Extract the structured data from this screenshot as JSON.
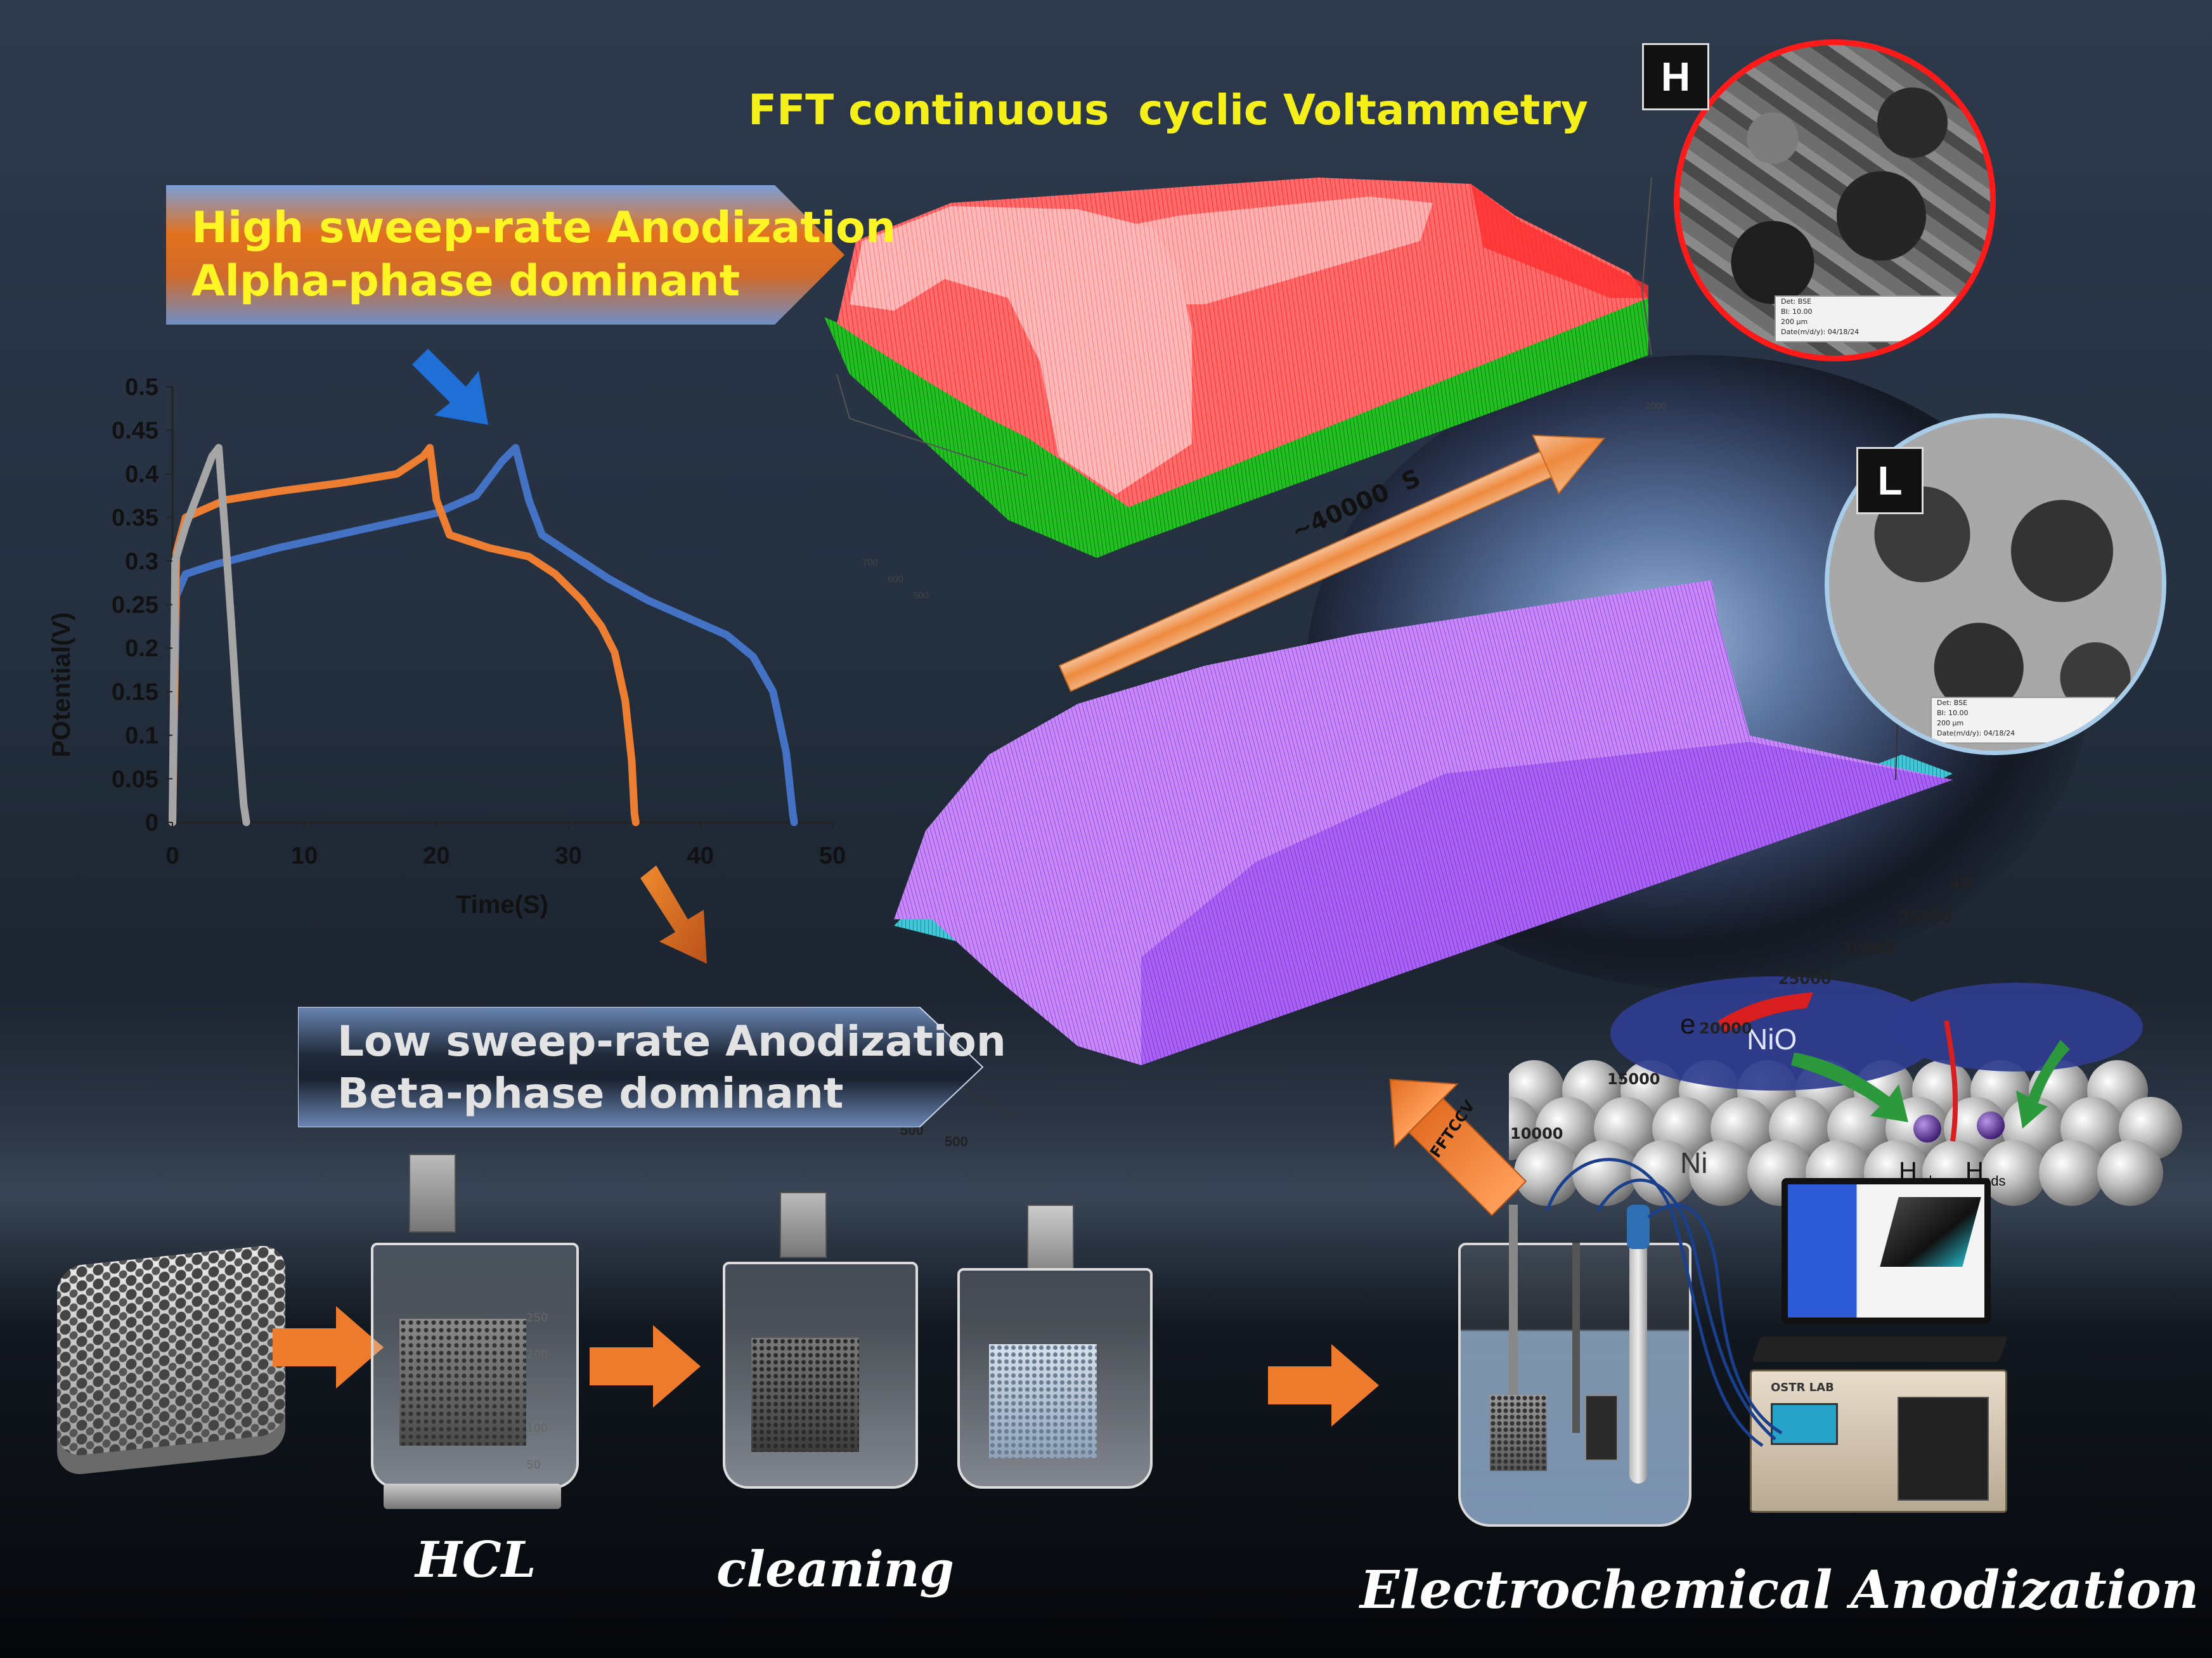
{
  "title": "FFT continuous  cyclic Voltammetry",
  "banner_high": {
    "line1": "High sweep-rate Anodization",
    "line2": "Alpha-phase dominant"
  },
  "banner_low": {
    "line1": "Low sweep-rate Anodization",
    "line2": "Beta-phase dominant"
  },
  "badges": {
    "high": "H",
    "low": "L"
  },
  "sem_labels": {
    "high": [
      "Det: BSE",
      "BI: 10.00",
      "200 µm",
      "Date(m/d/y): 04/18/24"
    ],
    "low": [
      "Det: BSE",
      "BI: 10.00",
      "200 µm",
      "Date(m/d/y): 04/18/24"
    ]
  },
  "time_arrow_label": "~40000  S",
  "fftccv_label": "FFTCCV",
  "nio_label": "NiO",
  "ni_label": "Ni",
  "electron_label": "e",
  "hads_label": "H",
  "hads_sub": "ads",
  "surface_axis_ticks": [
    "10000",
    "15000",
    "20000",
    "25000",
    "30000",
    "35000",
    "40"
  ],
  "surface_small_ticks_top": [
    "700",
    "600",
    "500",
    "2000"
  ],
  "surface_small_ticks_bottom": [
    "500",
    "500"
  ],
  "steps": {
    "hcl": "HCL",
    "cleaning": "cleaning",
    "anodization": "Electrochemical Anodization"
  },
  "beaker_scale": [
    "250",
    "200",
    "150",
    "100",
    "50"
  ],
  "instrument_label": "OSTR LAB",
  "colors": {
    "red_surface": "#ff4d4d",
    "green_surface": "#1fbf1f",
    "purple_surface": "#a24df0",
    "cyan_surface": "#25b5c8",
    "orange": "#ee7a2b",
    "blue_series": "#4472c4",
    "gray_series": "#a5a5a5",
    "title_yellow": "#f5ef1a"
  },
  "chart_data": {
    "type": "line",
    "title": "",
    "xlabel": "Time(S)",
    "ylabel": "POtential(V)",
    "xlim": [
      0,
      50
    ],
    "ylim": [
      0,
      0.5
    ],
    "xticks": [
      "0",
      "10",
      "20",
      "30",
      "40",
      "50"
    ],
    "yticks": [
      "0",
      "0.05",
      "0.1",
      "0.15",
      "0.2",
      "0.25",
      "0.3",
      "0.35",
      "0.4",
      "0.45",
      "0.5"
    ],
    "grid": false,
    "series": [
      {
        "color": "#4472c4",
        "x": [
          0,
          0.3,
          1,
          3,
          8,
          14,
          20,
          23,
          25,
          26,
          27,
          28,
          30,
          33,
          36,
          39,
          42,
          44,
          45.5,
          46.5,
          47,
          47.1
        ],
        "y": [
          0,
          0.26,
          0.285,
          0.295,
          0.315,
          0.335,
          0.355,
          0.375,
          0.415,
          0.43,
          0.37,
          0.33,
          0.31,
          0.28,
          0.255,
          0.235,
          0.215,
          0.19,
          0.15,
          0.08,
          0.01,
          0
        ]
      },
      {
        "color": "#ed7d31",
        "x": [
          0,
          0.3,
          1,
          4,
          8,
          13,
          17,
          19,
          19.5,
          20,
          21,
          24,
          27,
          29,
          31,
          32.5,
          33.5,
          34.3,
          34.8,
          35,
          35.1
        ],
        "y": [
          0,
          0.31,
          0.35,
          0.37,
          0.38,
          0.39,
          0.4,
          0.42,
          0.43,
          0.37,
          0.33,
          0.315,
          0.305,
          0.285,
          0.255,
          0.225,
          0.195,
          0.14,
          0.07,
          0.01,
          0
        ]
      },
      {
        "color": "#a5a5a5",
        "x": [
          0,
          0.2,
          1,
          2,
          3,
          3.5,
          4,
          4.5,
          5,
          5.4,
          5.6
        ],
        "y": [
          0,
          0.3,
          0.34,
          0.38,
          0.42,
          0.43,
          0.33,
          0.22,
          0.1,
          0.02,
          0
        ]
      }
    ]
  }
}
